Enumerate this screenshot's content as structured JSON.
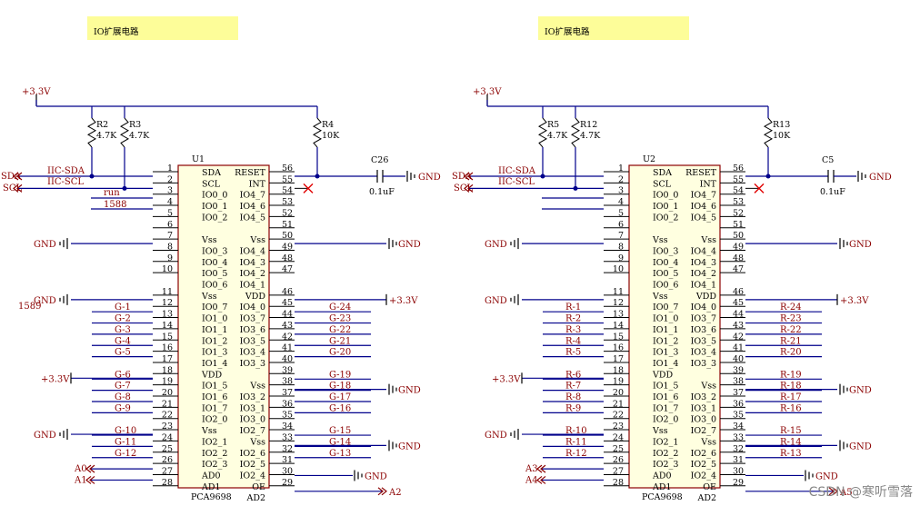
{
  "circuits": [
    {
      "title": "IO扩展电路",
      "chip": {
        "designator": "U1",
        "part": "PCA9698"
      },
      "power_top": "+3.3V",
      "r_sda": {
        "ref": "R2",
        "val": "4.7K"
      },
      "r_scl": {
        "ref": "R3",
        "val": "4.7K"
      },
      "r_rst": {
        "ref": "R4",
        "val": "10K"
      },
      "cap": {
        "ref": "C26",
        "val": "0.1uF"
      },
      "sda_port": "SDA",
      "scl_port": "SCL",
      "sda_net": "IIC-SDA",
      "scl_net": "IIC-SCL",
      "annot_run": "run",
      "annot_1588": "1588",
      "annot_1589": "1589",
      "addr": [
        "A0",
        "A1",
        "A2"
      ],
      "left_nets": [
        "G-1",
        "G-2",
        "G-3",
        "G-4",
        "G-5",
        "G-6",
        "G-7",
        "G-8",
        "G-9",
        "G-10",
        "G-11",
        "G-12"
      ],
      "right_nets": [
        "G-24",
        "G-23",
        "G-22",
        "G-21",
        "G-20",
        "G-19",
        "G-18",
        "G-17",
        "G-16",
        "G-15",
        "G-14",
        "G-13"
      ]
    },
    {
      "title": "IO扩展电路",
      "chip": {
        "designator": "U2",
        "part": "PCA9698"
      },
      "power_top": "+3.3V",
      "r_sda": {
        "ref": "R5",
        "val": "4.7K"
      },
      "r_scl": {
        "ref": "R12",
        "val": "4.7K"
      },
      "r_rst": {
        "ref": "R13",
        "val": "10K"
      },
      "cap": {
        "ref": "C5",
        "val": "0.1uF"
      },
      "sda_port": "SDA",
      "scl_port": "SCL",
      "sda_net": "IIC-SDA",
      "scl_net": "IIC-SCL",
      "annot_run": "",
      "annot_1588": "",
      "annot_1589": "",
      "addr": [
        "A3",
        "A4",
        "A5"
      ],
      "left_nets": [
        "R-1",
        "R-2",
        "R-3",
        "R-4",
        "R-5",
        "R-6",
        "R-7",
        "R-8",
        "R-9",
        "R-10",
        "R-11",
        "R-12"
      ],
      "right_nets": [
        "R-24",
        "R-23",
        "R-22",
        "R-21",
        "R-20",
        "R-19",
        "R-18",
        "R-17",
        "R-16",
        "R-15",
        "R-14",
        "R-13"
      ]
    }
  ],
  "left_pins": [
    {
      "num": "1",
      "name": "SDA"
    },
    {
      "num": "2",
      "name": "SCL"
    },
    {
      "num": "3",
      "name": "IO0_0"
    },
    {
      "num": "4",
      "name": "IO0_1"
    },
    {
      "num": "5",
      "name": "IO0_2"
    },
    {
      "num": "6",
      "name": ""
    },
    {
      "num": "7",
      "name": "Vss"
    },
    {
      "num": "8",
      "name": "IO0_3"
    },
    {
      "num": "9",
      "name": "IO0_4"
    },
    {
      "num": "10",
      "name": "IO0_5"
    },
    {
      "num": "",
      "name": "IO0_6"
    },
    {
      "num": "11",
      "name": "Vss"
    },
    {
      "num": "12",
      "name": "IO0_7"
    },
    {
      "num": "13",
      "name": "IO1_0"
    },
    {
      "num": "14",
      "name": "IO1_1"
    },
    {
      "num": "15",
      "name": "IO1_2"
    },
    {
      "num": "16",
      "name": "IO1_3"
    },
    {
      "num": "17",
      "name": "IO1_4"
    },
    {
      "num": "18",
      "name": "VDD"
    },
    {
      "num": "19",
      "name": "IO1_5"
    },
    {
      "num": "20",
      "name": "IO1_6"
    },
    {
      "num": "21",
      "name": "IO1_7"
    },
    {
      "num": "22",
      "name": "IO2_0"
    },
    {
      "num": "23",
      "name": "Vss"
    },
    {
      "num": "24",
      "name": "IO2_1"
    },
    {
      "num": "25",
      "name": "IO2_2"
    },
    {
      "num": "26",
      "name": "IO2_3"
    },
    {
      "num": "27",
      "name": "AD0"
    },
    {
      "num": "28",
      "name": "AD1"
    }
  ],
  "right_pins": [
    {
      "num": "56",
      "name": "RESET"
    },
    {
      "num": "55",
      "name": "INT"
    },
    {
      "num": "54",
      "name": "IO4_7"
    },
    {
      "num": "53",
      "name": "IO4_6"
    },
    {
      "num": "52",
      "name": "IO4_5"
    },
    {
      "num": "51",
      "name": ""
    },
    {
      "num": "50",
      "name": "Vss"
    },
    {
      "num": "49",
      "name": "IO4_4"
    },
    {
      "num": "48",
      "name": "IO4_3"
    },
    {
      "num": "47",
      "name": "IO4_2"
    },
    {
      "num": "",
      "name": "IO4_1"
    },
    {
      "num": "46",
      "name": "VDD"
    },
    {
      "num": "45",
      "name": "IO4_0"
    },
    {
      "num": "44",
      "name": "IO3_7"
    },
    {
      "num": "43",
      "name": "IO3_6"
    },
    {
      "num": "42",
      "name": "IO3_5"
    },
    {
      "num": "41",
      "name": "IO3_4"
    },
    {
      "num": "40",
      "name": "IO3_3"
    },
    {
      "num": "39",
      "name": ""
    },
    {
      "num": "38",
      "name": "Vss"
    },
    {
      "num": "37",
      "name": "IO3_2"
    },
    {
      "num": "36",
      "name": "IO3_1"
    },
    {
      "num": "35",
      "name": "IO3_0"
    },
    {
      "num": "34",
      "name": "IO2_7"
    },
    {
      "num": "33",
      "name": "Vss"
    },
    {
      "num": "32",
      "name": "IO2_6"
    },
    {
      "num": "31",
      "name": "IO2_5"
    },
    {
      "num": "30",
      "name": "IO2_4"
    },
    {
      "num": "29",
      "name": "OE"
    },
    {
      "num": "",
      "name": "AD2"
    }
  ],
  "gnd_label": "GND",
  "vcc_label": "+3.3V",
  "watermark": "CSDN @寒听雪落",
  "colors": {
    "wire": "#00008b",
    "net": "#8b0000",
    "title_bg": "#fdfd99",
    "ink": "#000000"
  }
}
